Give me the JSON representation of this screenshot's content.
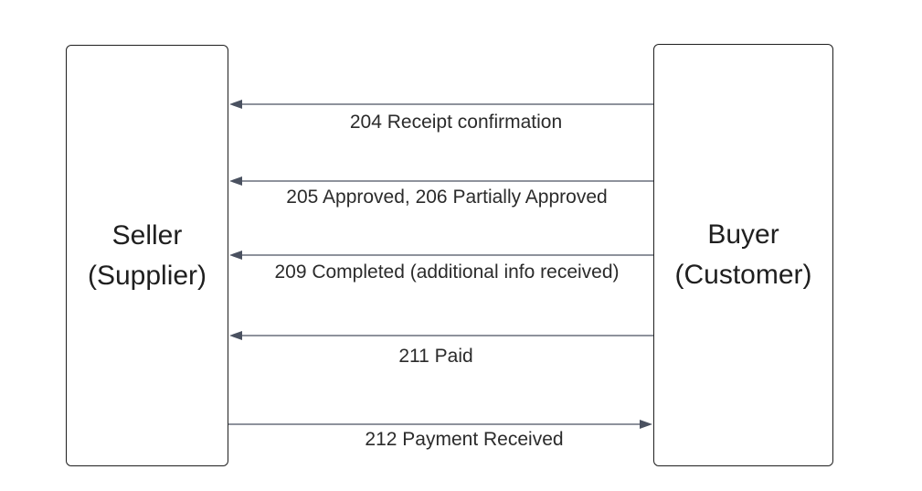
{
  "actors": {
    "seller": {
      "line1": "Seller",
      "line2": "(Supplier)"
    },
    "buyer": {
      "line1": "Buyer",
      "line2": "(Customer)"
    }
  },
  "messages": [
    {
      "label": "204 Receipt confirmation",
      "direction": "buyer-to-seller"
    },
    {
      "label": "205 Approved, 206 Partially Approved",
      "direction": "buyer-to-seller"
    },
    {
      "label": "209 Completed (additional info received)",
      "direction": "buyer-to-seller"
    },
    {
      "label": "211 Paid",
      "direction": "buyer-to-seller"
    },
    {
      "label": "212 Payment Received",
      "direction": "seller-to-buyer"
    }
  ],
  "colors": {
    "line": "#4a5160",
    "text": "#2b2b2b",
    "border": "#1f1f1f"
  }
}
